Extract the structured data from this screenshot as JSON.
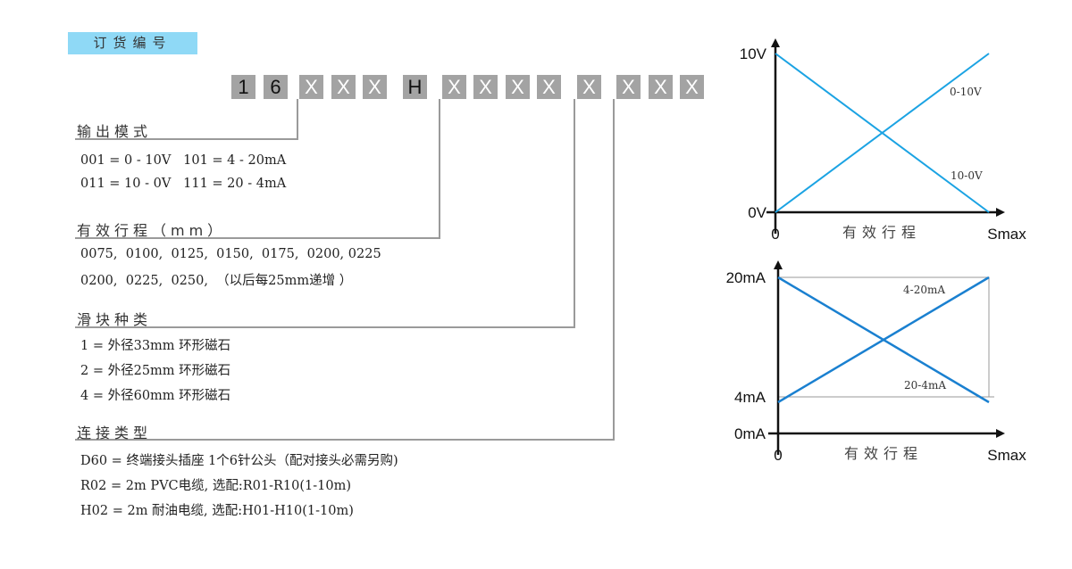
{
  "header": {
    "title": "订货编号"
  },
  "code": [
    "1",
    "6",
    "X",
    "X",
    "X",
    "H",
    "X",
    "X",
    "X",
    "X",
    "X",
    "X",
    "X",
    "X"
  ],
  "sections": [
    {
      "label": "输出模式",
      "rows": [
        "001 = 0 - 10V   101 = 4 - 20mA",
        "011 = 10 - 0V   111 = 20 - 4mA"
      ]
    },
    {
      "label": "有效行程（mm）",
      "rows": [
        "0075,  0100,  0125,  0150,  0175,  0200, 0225",
        "0200,  0225,  0250,  （以后每25mm递增 ）"
      ]
    },
    {
      "label": "滑块种类",
      "rows": [
        "1 = 外径33mm 环形磁石",
        "2 = 外径25mm 环形磁石",
        "4 = 外径60mm 环形磁石"
      ]
    },
    {
      "label": "连接类型",
      "rows": [
        "D60 = 终端接头插座 1个6针公头（配对接头必需另购)",
        "R02 = 2m PVC电缆, 选配:R01-R10(1-10m)",
        "H02 = 2m 耐油电缆, 选配:H01-H10(1-10m)"
      ]
    }
  ],
  "chart_data": [
    {
      "type": "line",
      "xlabel": "有效行程",
      "x_ticks": [
        "0",
        "Smax"
      ],
      "y_ticks": [
        "0V",
        "10V"
      ],
      "ylim": [
        0,
        10
      ],
      "series": [
        {
          "name": "0-10V",
          "x": [
            0,
            1
          ],
          "y": [
            0,
            10
          ]
        },
        {
          "name": "10-0V",
          "x": [
            0,
            1
          ],
          "y": [
            10,
            0
          ]
        }
      ],
      "color": "#1ba3e3"
    },
    {
      "type": "line",
      "xlabel": "有效行程",
      "x_ticks": [
        "0",
        "Smax"
      ],
      "y_ticks": [
        "0mA",
        "4mA",
        "20mA"
      ],
      "ylim": [
        0,
        20
      ],
      "series": [
        {
          "name": "4-20mA",
          "x": [
            0,
            1
          ],
          "y": [
            4,
            20
          ]
        },
        {
          "name": "20-4mA",
          "x": [
            0,
            1
          ],
          "y": [
            20,
            4
          ]
        }
      ],
      "color": "#1a80d0"
    }
  ]
}
